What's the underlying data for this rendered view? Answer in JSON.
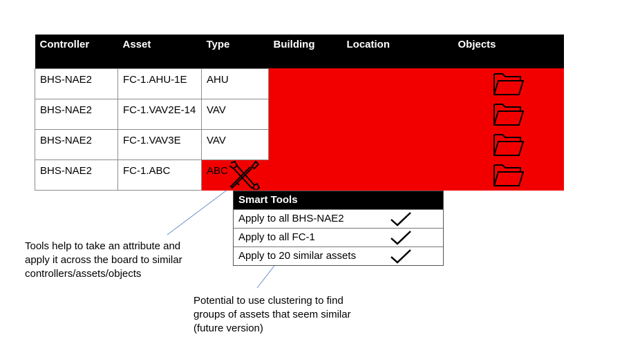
{
  "table": {
    "headers": [
      "Controller",
      "Asset",
      "Type",
      "Building",
      "Location",
      "Objects"
    ],
    "rows": [
      {
        "controller": "BHS-NAE2",
        "asset": "FC-1.AHU-1E",
        "type": "AHU"
      },
      {
        "controller": "BHS-NAE2",
        "asset": "FC-1.VAV2E-14",
        "type": "VAV"
      },
      {
        "controller": "BHS-NAE2",
        "asset": "FC-1.VAV3E",
        "type": "VAV"
      },
      {
        "controller": "BHS-NAE2",
        "asset": "FC-1.ABC",
        "type": "ABC"
      }
    ],
    "objects_icon": "folder-icon",
    "tool_icon": "wrench-screwdriver-icon",
    "highlight_color": "#f20000"
  },
  "smart_tools": {
    "title": "Smart Tools",
    "options": [
      {
        "label": "Apply to all BHS-NAE2",
        "checked": true
      },
      {
        "label": "Apply to all FC-1",
        "checked": true
      },
      {
        "label": "Apply to 20 similar assets",
        "checked": true
      }
    ],
    "check_icon": "checkmark-icon"
  },
  "notes": {
    "tools": [
      "Tools help to take an attribute and",
      "apply it across the board to similar",
      "controllers/assets/objects"
    ],
    "clustering": [
      "Potential to use clustering to find",
      "groups of assets that seem similar",
      "(future version)"
    ]
  }
}
